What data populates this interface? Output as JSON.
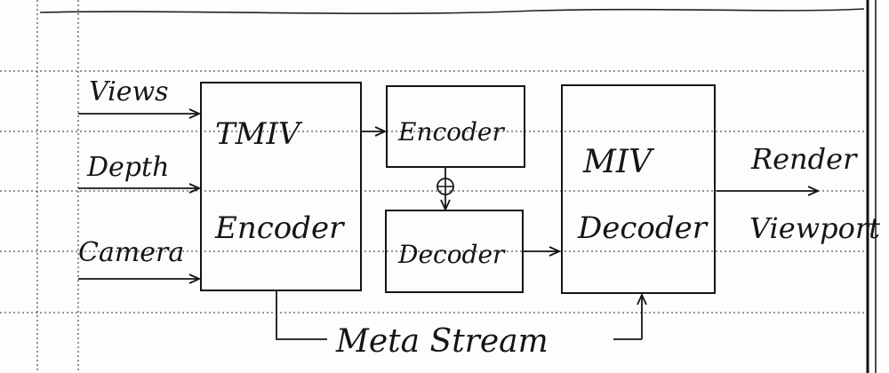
{
  "inputs": [
    "Views",
    "Depth",
    "Camera"
  ],
  "tmiv_box": {
    "line1": "TMIV",
    "line2": "Encoder"
  },
  "video_encoder": "Encoder",
  "video_decoder": "Decoder",
  "adder_symbol": "⊕",
  "miv_box": {
    "line1": "MIV",
    "line2": "Decoder"
  },
  "outputs": {
    "line1": "Render",
    "line2": "Viewport"
  },
  "metadata_label": "Meta Stream",
  "colors": {
    "ink": "#151515",
    "paper": "#fdfdfb",
    "ruling": "#555555"
  }
}
